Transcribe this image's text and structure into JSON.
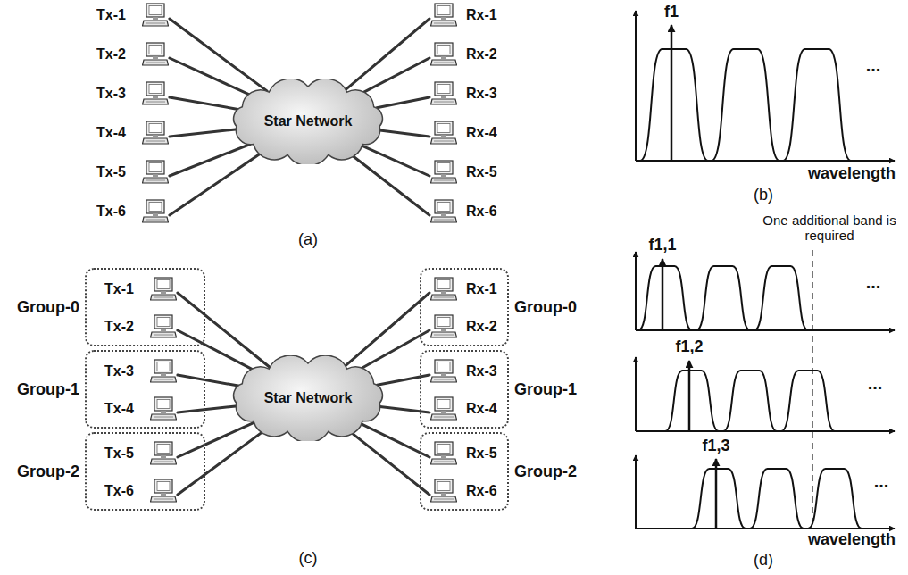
{
  "diagram": {
    "nodes": [
      {
        "text": [
          "Star Network"
        ]
      },
      {
        "text": [
          "Tx-1"
        ]
      },
      {
        "text": [
          "Tx-2"
        ]
      },
      {
        "text": [
          "Tx-3"
        ]
      },
      {
        "text": [
          "Tx-4"
        ]
      },
      {
        "text": [
          "Tx-5"
        ]
      },
      {
        "text": [
          "Tx-6"
        ]
      },
      {
        "text": [
          "Rx-1"
        ]
      },
      {
        "text": [
          "Rx-2"
        ]
      },
      {
        "text": [
          "Rx-3"
        ]
      },
      {
        "text": [
          "Rx-4"
        ]
      },
      {
        "text": [
          "Rx-5"
        ]
      },
      {
        "text": [
          "Rx-6"
        ]
      },
      {
        "text": [
          "Star Network"
        ]
      },
      {
        "text": [
          "Group-0"
        ]
      },
      {
        "text": [
          "Tx-1"
        ],
        "in": 14
      },
      {
        "text": [
          "Tx-2"
        ],
        "in": 14
      },
      {
        "text": [
          "Group-1"
        ]
      },
      {
        "text": [
          "Tx-3"
        ],
        "in": 17
      },
      {
        "text": [
          "Tx-4"
        ],
        "in": 17
      },
      {
        "text": [
          "Group-2"
        ]
      },
      {
        "text": [
          "Tx-5"
        ],
        "in": 20
      },
      {
        "text": [
          "Tx-6"
        ],
        "in": 20
      },
      {
        "text": [
          "Group-0"
        ]
      },
      {
        "text": [
          "Rx-1"
        ],
        "in": 23
      },
      {
        "text": [
          "Rx-2"
        ],
        "in": 23
      },
      {
        "text": [
          "Group-1"
        ]
      },
      {
        "text": [
          "Rx-3"
        ],
        "in": 26
      },
      {
        "text": [
          "Rx-4"
        ],
        "in": 26
      },
      {
        "text": [
          "Group-2"
        ]
      },
      {
        "text": [
          "Rx-5"
        ],
        "in": 29
      },
      {
        "text": [
          "Rx-6"
        ],
        "in": 29
      }
    ],
    "edges": [
      {
        "from": 1,
        "to": 0,
        "arrow": "none"
      },
      {
        "from": 2,
        "to": 0,
        "arrow": "none"
      },
      {
        "from": 3,
        "to": 0,
        "arrow": "none"
      },
      {
        "from": 4,
        "to": 0,
        "arrow": "none"
      },
      {
        "from": 5,
        "to": 0,
        "arrow": "none"
      },
      {
        "from": 6,
        "to": 0,
        "arrow": "none"
      },
      {
        "from": 0,
        "to": 7,
        "arrow": "none"
      },
      {
        "from": 0,
        "to": 8,
        "arrow": "none"
      },
      {
        "from": 0,
        "to": 9,
        "arrow": "none"
      },
      {
        "from": 0,
        "to": 10,
        "arrow": "none"
      },
      {
        "from": 0,
        "to": 11,
        "arrow": "none"
      },
      {
        "from": 0,
        "to": 12,
        "arrow": "none"
      },
      {
        "from": 15,
        "to": 13,
        "arrow": "none"
      },
      {
        "from": 16,
        "to": 13,
        "arrow": "none"
      },
      {
        "from": 18,
        "to": 13,
        "arrow": "none"
      },
      {
        "from": 19,
        "to": 13,
        "arrow": "none"
      },
      {
        "from": 21,
        "to": 13,
        "arrow": "none"
      },
      {
        "from": 22,
        "to": 13,
        "arrow": "none"
      },
      {
        "from": 13,
        "to": 24,
        "arrow": "none"
      },
      {
        "from": 13,
        "to": 25,
        "arrow": "none"
      },
      {
        "from": 13,
        "to": 27,
        "arrow": "none"
      },
      {
        "from": 13,
        "to": 28,
        "arrow": "none"
      },
      {
        "from": 13,
        "to": 30,
        "arrow": "none"
      },
      {
        "from": 13,
        "to": 31,
        "arrow": "none"
      }
    ],
    "labels": [
      "(a)",
      "(b)",
      "(c)",
      "(d)",
      "f1",
      "...",
      "wavelength",
      "One additional band is required",
      "f1,1",
      "...",
      "f1,2",
      "...",
      "f1,3",
      "...",
      "wavelength"
    ]
  }
}
